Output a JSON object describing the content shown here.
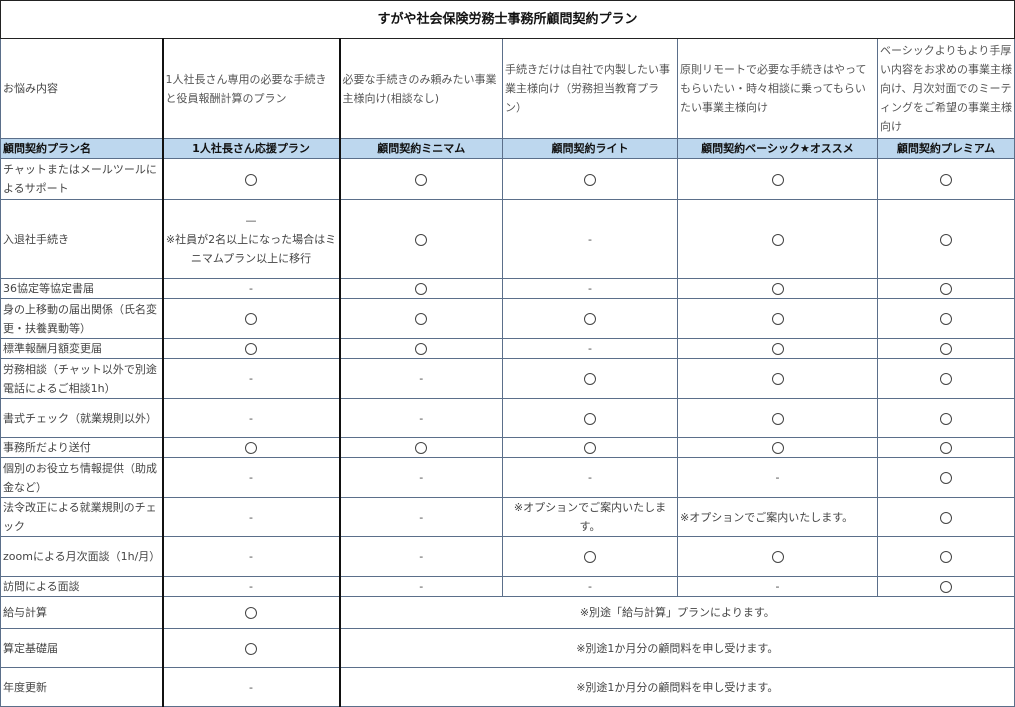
{
  "title": "すがや社会保険労務士事務所顧問契約プラン",
  "worry_label": "お悩み内容",
  "worries": [
    "1人社長さん専用の必要な手続きと役員報酬計算のプラン",
    "必要な手続きのみ頼みたい事業主様向け(相談なし)",
    "手続きだけは自社で内製したい事業主様向け（労務担当教育プラン）",
    "原則リモートで必要な手続きはやってもらいたい・時々相談に乗ってもらいたい事業主様向け",
    "ベーシックよりもより手厚い内容をお求めの事業主様向け、月次対面でのミーティングをご希望の事業主様向け"
  ],
  "plan_label": "顧問契約プラン名",
  "plans": [
    "1人社長さん応援プラン",
    "顧問契約ミニマム",
    "顧問契約ライト",
    "顧問契約ベーシック★オススメ",
    "顧問契約プレミアム"
  ],
  "rows": [
    {
      "label": "チャットまたはメールツールによるサポート",
      "values": [
        "○",
        "○",
        "○",
        "○",
        "○"
      ]
    },
    {
      "label": "入退社手続き",
      "values": [
        "—\n※社員が2名以上になった場合はミニマムプラン以上に移行",
        "○",
        "-",
        "○",
        "○"
      ]
    },
    {
      "label": "36協定等協定書届",
      "values": [
        "-",
        "○",
        "-",
        "○",
        "○"
      ]
    },
    {
      "label": "身の上移動の届出関係（氏名変更・扶養異動等）",
      "values": [
        "○",
        "○",
        "○",
        "○",
        "○"
      ]
    },
    {
      "label": "標準報酬月額変更届",
      "values": [
        "○",
        "○",
        "-",
        "○",
        "○"
      ]
    },
    {
      "label": "労務相談（チャット以外で別途電話によるご相談1h）",
      "values": [
        "-",
        "-",
        "○",
        "○",
        "○"
      ]
    },
    {
      "label": "書式チェック（就業規則以外）",
      "values": [
        "-",
        "-",
        "○",
        "○",
        "○"
      ]
    },
    {
      "label": "事務所だより送付",
      "values": [
        "○",
        "○",
        "○",
        "○",
        "○"
      ]
    },
    {
      "label": "個別のお役立ち情報提供（助成金など）",
      "values": [
        "-",
        "-",
        "-",
        "-",
        "○"
      ]
    },
    {
      "label": "法令改正による就業規則のチェック",
      "values": [
        "-",
        "-",
        "※オプションでご案内いたします。",
        "※オプションでご案内いたします。",
        "○"
      ]
    },
    {
      "label": "zoomによる月次面談（1h/月）",
      "values": [
        "-",
        "-",
        "○",
        "○",
        "○"
      ]
    },
    {
      "label": "訪問による面談",
      "values": [
        "-",
        "-",
        "-",
        "-",
        "○"
      ]
    }
  ],
  "extra_rows": [
    {
      "label": "給与計算",
      "value": "○",
      "note": "※別途「給与計算」プランによります。"
    },
    {
      "label": "算定基礎届",
      "value": "○",
      "note": "※別途1か月分の顧問料を申し受けます。"
    },
    {
      "label": "年度更新",
      "value": "-",
      "note": "※別途1か月分の顧問料を申し受けます。"
    }
  ]
}
